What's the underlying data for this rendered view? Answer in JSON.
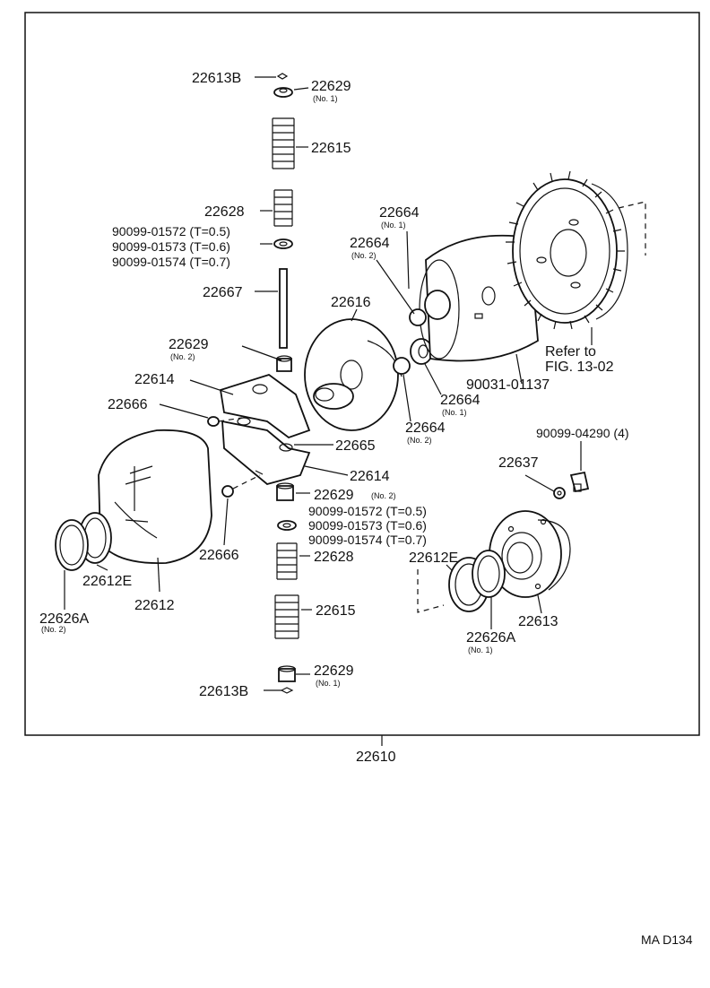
{
  "diagram": {
    "assembly_number": "22610",
    "figure_code": "MA D134",
    "refer_note": [
      "Refer to",
      "FIG. 13-02"
    ],
    "labels": {
      "p22613b_top": "22613B",
      "p22629_top": "22629",
      "p22629_top_sub": "(No. 1)",
      "p22615_top": "22615",
      "p22628_top": "22628",
      "shim_top_1": "90099-01572 (T=0.5)",
      "shim_top_2": "90099-01573 (T=0.6)",
      "shim_top_3": "90099-01574 (T=0.7)",
      "p22667": "22667",
      "p22629_mid": "22629",
      "p22629_mid_sub": "(No. 2)",
      "p22614_top": "22614",
      "p22666_left": "22666",
      "p22665": "22665",
      "p22614_bottom": "22614",
      "p22629_low": "22629",
      "p22629_low_sub": "(No. 2)",
      "shim_low_1": "90099-01572 (T=0.5)",
      "shim_low_2": "90099-01573 (T=0.6)",
      "shim_low_3": "90099-01574 (T=0.7)",
      "p22628_low": "22628",
      "p22615_low": "22615",
      "p22629_bottom": "22629",
      "p22629_bottom_sub": "(No. 1)",
      "p22613b_bottom": "22613B",
      "p22666_low": "22666",
      "p22612e_left": "22612E",
      "p22612": "22612",
      "p22626a_left": "22626A",
      "p22626a_left_sub": "(No. 2)",
      "p22616": "22616",
      "p22664_a": "22664",
      "p22664_a_sub": "(No. 1)",
      "p22664_b": "22664",
      "p22664_b_sub": "(No. 2)",
      "p22664_c": "22664",
      "p22664_c_sub": "(No. 1)",
      "p22664_d": "22664",
      "p22664_d_sub": "(No. 2)",
      "p90031": "90031-01137",
      "p90099_04290": "90099-04290 (4)",
      "p22637": "22637",
      "p22612e_right": "22612E",
      "p22613": "22613",
      "p22626a_right": "22626A",
      "p22626a_right_sub": "(No. 1)"
    }
  }
}
